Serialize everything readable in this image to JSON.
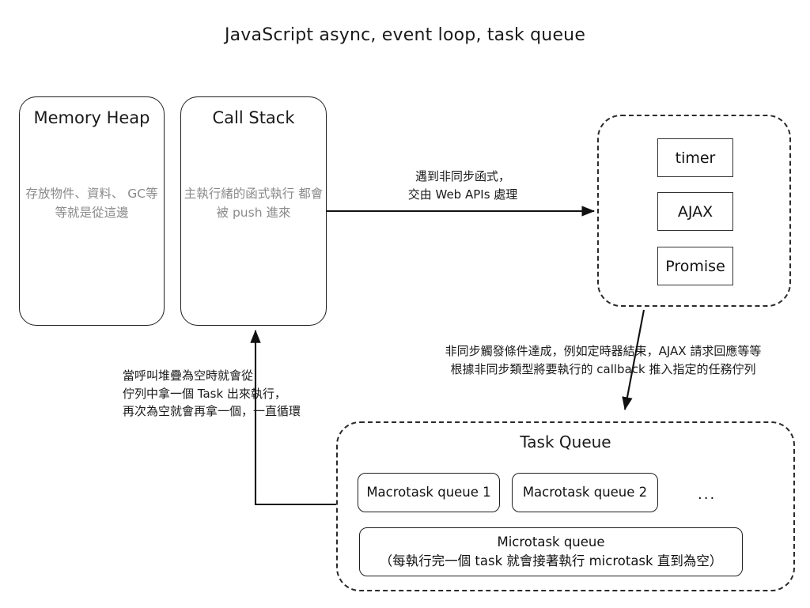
{
  "title": "JavaScript async, event loop, task queue",
  "panels": {
    "memory_heap": {
      "heading": "Memory Heap",
      "body": "存放物件、資料、\nGC等等就是從這邊"
    },
    "call_stack": {
      "heading": "Call Stack",
      "body": "主執行緒的函式執行\n都會被 push 進來"
    },
    "web_apis": {
      "items": [
        "timer",
        "AJAX",
        "Promise"
      ]
    },
    "task_queue": {
      "heading": "Task Queue",
      "macrotasks": [
        "Macrotask queue 1",
        "Macrotask queue 2"
      ],
      "ellipsis": "...",
      "microtask": {
        "line1": "Microtask queue",
        "line2": "（每執行完一個 task 就會接著執行 microtask 直到為空）"
      }
    }
  },
  "annotations": {
    "to_web_apis": "遇到非同步函式，\n交由 Web APIs 處理",
    "to_task_queue": "非同步觸發條件達成，例如定時器結束，AJAX 請求回應等等\n根據非同步類型將要執行的 callback 推入指定的任務佇列",
    "back_to_stack": "當呼叫堆疊為空時就會從\n佇列中拿一個 Task 出來執行，\n再次為空就會再拿一個，一直循環"
  },
  "colors": {
    "stroke": "#1f1f1f",
    "muted_text": "#8a8a8a",
    "text": "#1a1a1a",
    "background": "#ffffff"
  }
}
